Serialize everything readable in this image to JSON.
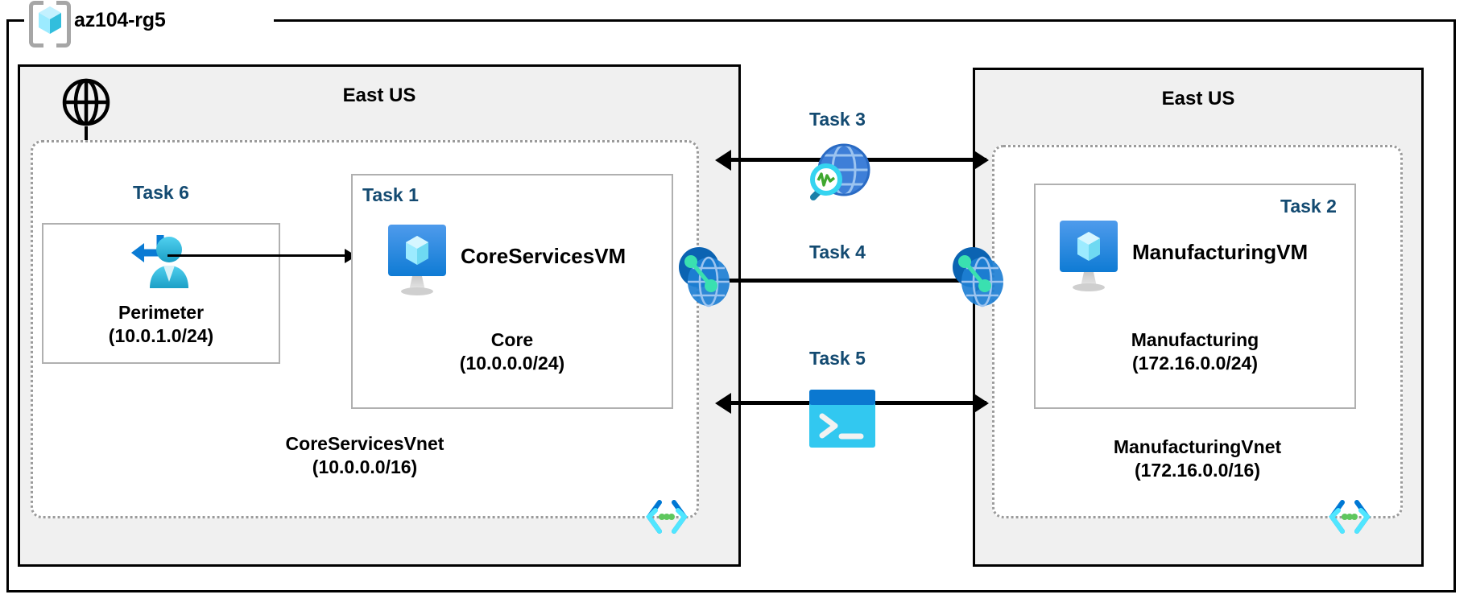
{
  "diagram": {
    "type": "azure-architecture",
    "resource_group": {
      "name": "az104-rg5",
      "icon": "azure-resource-group-icon"
    }
  },
  "left_region": {
    "title": "East US",
    "internet_icon": "globe-icon",
    "vnet": {
      "name": "CoreServicesVnet",
      "cidr": "(10.0.0.0/16)",
      "icon": "subnet-code-icon"
    },
    "perimeter_subnet": {
      "task": "Task 6",
      "name": "Perimeter",
      "cidr": "(10.0.1.0/24)",
      "icon": "route-user-icon"
    },
    "core_subnet": {
      "task": "Task 1",
      "name": "Core",
      "cidr": "(10.0.0.0/24)",
      "vm_name": "CoreServicesVM",
      "vm_icon": "virtual-machine-icon"
    }
  },
  "right_region": {
    "title": "East US",
    "vnet": {
      "name": "ManufacturingVnet",
      "cidr": "(172.16.0.0/16)",
      "icon": "subnet-code-icon"
    },
    "manufacturing_subnet": {
      "task": "Task 2",
      "name": "Manufacturing",
      "cidr": "(172.16.0.0/24)",
      "vm_name": "ManufacturingVM",
      "vm_icon": "virtual-machine-icon"
    }
  },
  "center_connections": [
    {
      "task": "Task 3",
      "icon": "network-watcher-icon"
    },
    {
      "task": "Task 4",
      "icon": "vnet-peering-icon"
    },
    {
      "task": "Task 5",
      "icon": "cloud-shell-icon"
    }
  ],
  "peering_endpoints": {
    "left_icon": "vnet-peering-icon",
    "right_icon": "vnet-peering-icon"
  },
  "colors": {
    "task_label": "#134a71",
    "region_fill": "#f0f0f0",
    "vnet_border": "#9b9b9b",
    "subnet_border": "#b0b0b0",
    "azure_blue": "#0078d4",
    "cyan": "#50e6ff",
    "accent_green": "#5ec75e"
  }
}
